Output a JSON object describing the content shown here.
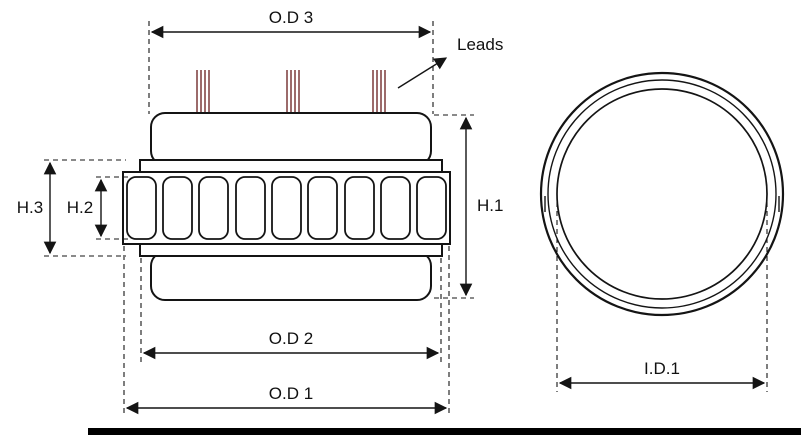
{
  "diagram": {
    "side_view": {
      "labels": {
        "od3": "O.D 3",
        "od2": "O.D 2",
        "od1": "O.D 1",
        "h1": "H.1",
        "h2": "H.2",
        "h3": "H.3",
        "leads": "Leads"
      }
    },
    "front_view": {
      "labels": {
        "id1": "I.D.1"
      }
    },
    "colors": {
      "line": "#141414",
      "lead_wire": "#8a5151",
      "background": "#ffffff"
    }
  }
}
